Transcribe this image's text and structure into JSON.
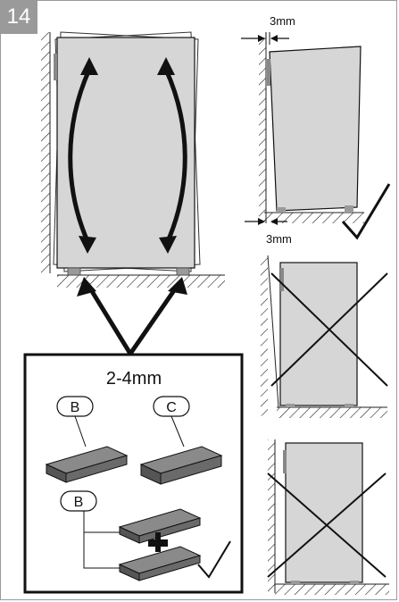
{
  "step": {
    "number": "14"
  },
  "clearance": {
    "top_label": "3mm",
    "bottom_label": "3mm"
  },
  "spacer_box": {
    "thickness_label": "2-4mm",
    "part_b_label": "B",
    "part_c_label": "C",
    "part_b_stacked_label": "B"
  },
  "colors": {
    "appliance_fill": "#d6d6d6",
    "spacer_fill": "#6e6e6e",
    "outline": "#111111",
    "badge": "#9a9a9a"
  }
}
